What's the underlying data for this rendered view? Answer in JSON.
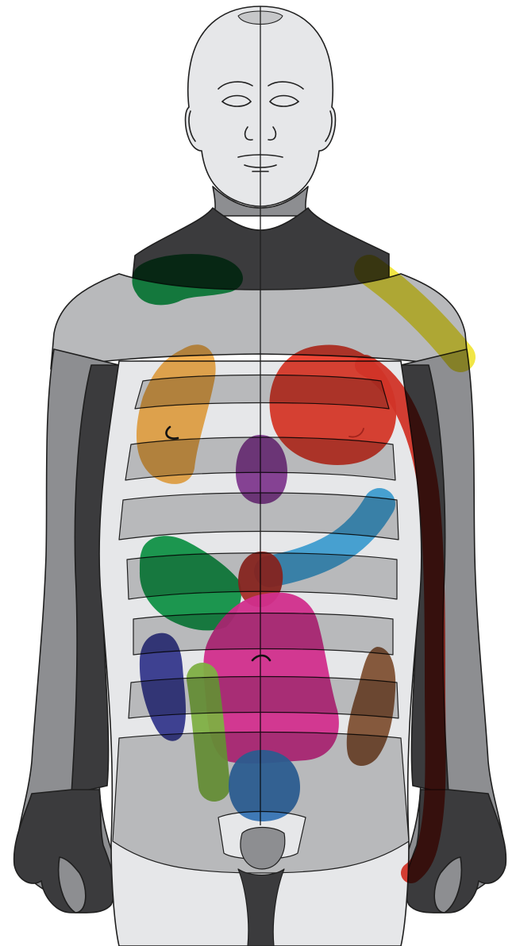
{
  "figure": {
    "background": "#ffffff",
    "skin_light": "#e6e7e9",
    "skin_mid": "#b8b9bb",
    "skin_dark": "#8d8e91",
    "skin_darkest": "#3b3b3d",
    "outline": "#1f1f1f"
  },
  "markings": [
    {
      "name": "green-shoulder-patch",
      "color": "#0fa14a"
    },
    {
      "name": "yellow-shoulder-stroke",
      "color": "#f0e53c"
    },
    {
      "name": "orange-chest-patch",
      "color": "#f4ae4a"
    },
    {
      "name": "red-chest-patch",
      "color": "#ec3c2b"
    },
    {
      "name": "red-arm-stroke",
      "color": "#e8392b"
    },
    {
      "name": "purple-sternum-patch",
      "color": "#8e3f9c"
    },
    {
      "name": "blue-abdomen-stroke",
      "color": "#46ade3"
    },
    {
      "name": "green-abdomen-patch",
      "color": "#13a14d"
    },
    {
      "name": "dark-red-center-patch",
      "color": "#b8322a"
    },
    {
      "name": "pink-abdomen-patch",
      "color": "#e8349a"
    },
    {
      "name": "navy-side-patch",
      "color": "#3b3e9a"
    },
    {
      "name": "lime-side-stroke",
      "color": "#8cc24a"
    },
    {
      "name": "brown-side-patch",
      "color": "#8e5a38"
    },
    {
      "name": "blue-pelvis-patch",
      "color": "#3c7fc4"
    }
  ]
}
